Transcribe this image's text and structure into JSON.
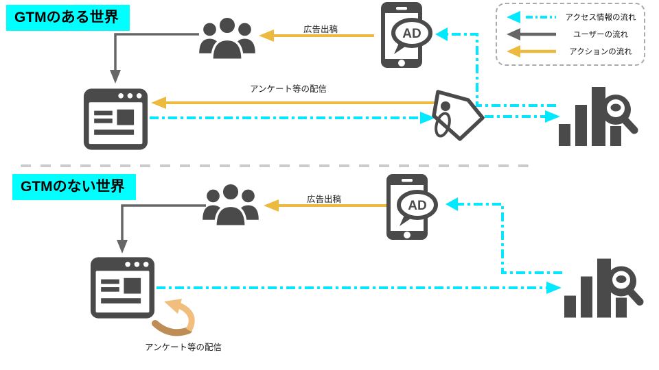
{
  "page": {
    "background": "#FFFFFF"
  },
  "sections": {
    "top": {
      "title": "GTMのある世界",
      "ad_label": "広告出稿",
      "survey_label": "アンケート等の配信"
    },
    "bottom": {
      "title": "GTMのない世界",
      "ad_label": "広告出稿",
      "survey_label": "アンケート等の配信"
    }
  },
  "legend": {
    "items": [
      {
        "label": "アクセス情報の流れ",
        "color": "#00E9FF",
        "style": "dash-dot"
      },
      {
        "label": "ユーザーの流れ",
        "color": "#666666",
        "style": "solid"
      },
      {
        "label": "アクションの流れ",
        "color": "#EDBA40",
        "style": "solid"
      }
    ]
  },
  "phone": {
    "ad_label": "AD"
  },
  "icons": {
    "users": "users-icon",
    "browser": "browser-window-icon",
    "smartphone_ad": "smartphone-ad-icon",
    "tag": "gtm-tag-icon",
    "analytics": "analytics-bar-chart-icon",
    "curved_arrow": "curved-return-arrow-icon"
  },
  "colors": {
    "title_highlight": "#00FFFF",
    "access_flow": "#00E9FF",
    "user_flow": "#666666",
    "action_flow": "#EDBA40",
    "icon_dark": "#4A4A4A",
    "divider": "#CBCBCB",
    "survey_arrow_light": "#F2BE7E",
    "survey_arrow_dark": "#BE8C55"
  }
}
